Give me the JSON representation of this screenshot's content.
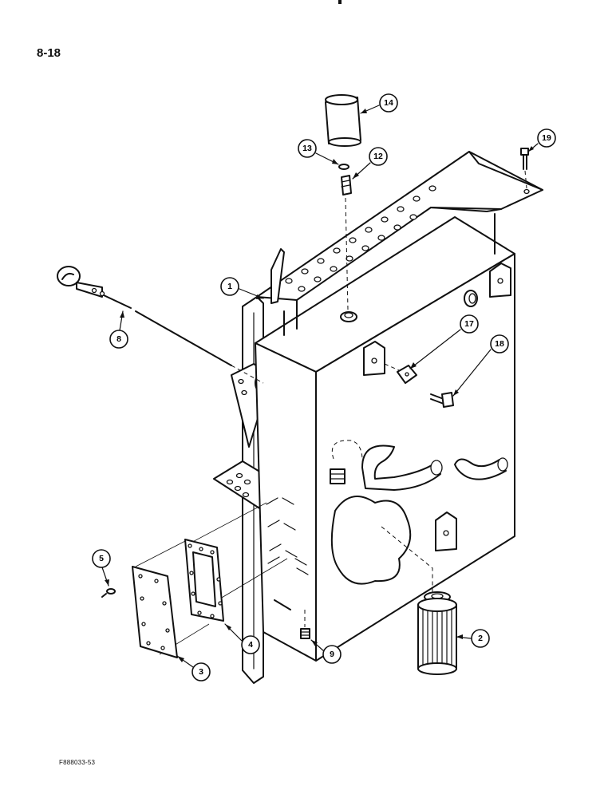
{
  "page": {
    "page_number": "8-18",
    "figure_code": "F888033-53"
  },
  "callouts": [
    {
      "id": "1",
      "label": "1"
    },
    {
      "id": "2",
      "label": "2"
    },
    {
      "id": "3",
      "label": "3"
    },
    {
      "id": "4",
      "label": "4"
    },
    {
      "id": "5",
      "label": "5"
    },
    {
      "id": "8",
      "label": "8"
    },
    {
      "id": "9",
      "label": "9"
    },
    {
      "id": "12",
      "label": "12"
    },
    {
      "id": "13",
      "label": "13"
    },
    {
      "id": "14",
      "label": "14"
    },
    {
      "id": "17",
      "label": "17"
    },
    {
      "id": "18",
      "label": "18"
    },
    {
      "id": "19",
      "label": "19"
    }
  ]
}
